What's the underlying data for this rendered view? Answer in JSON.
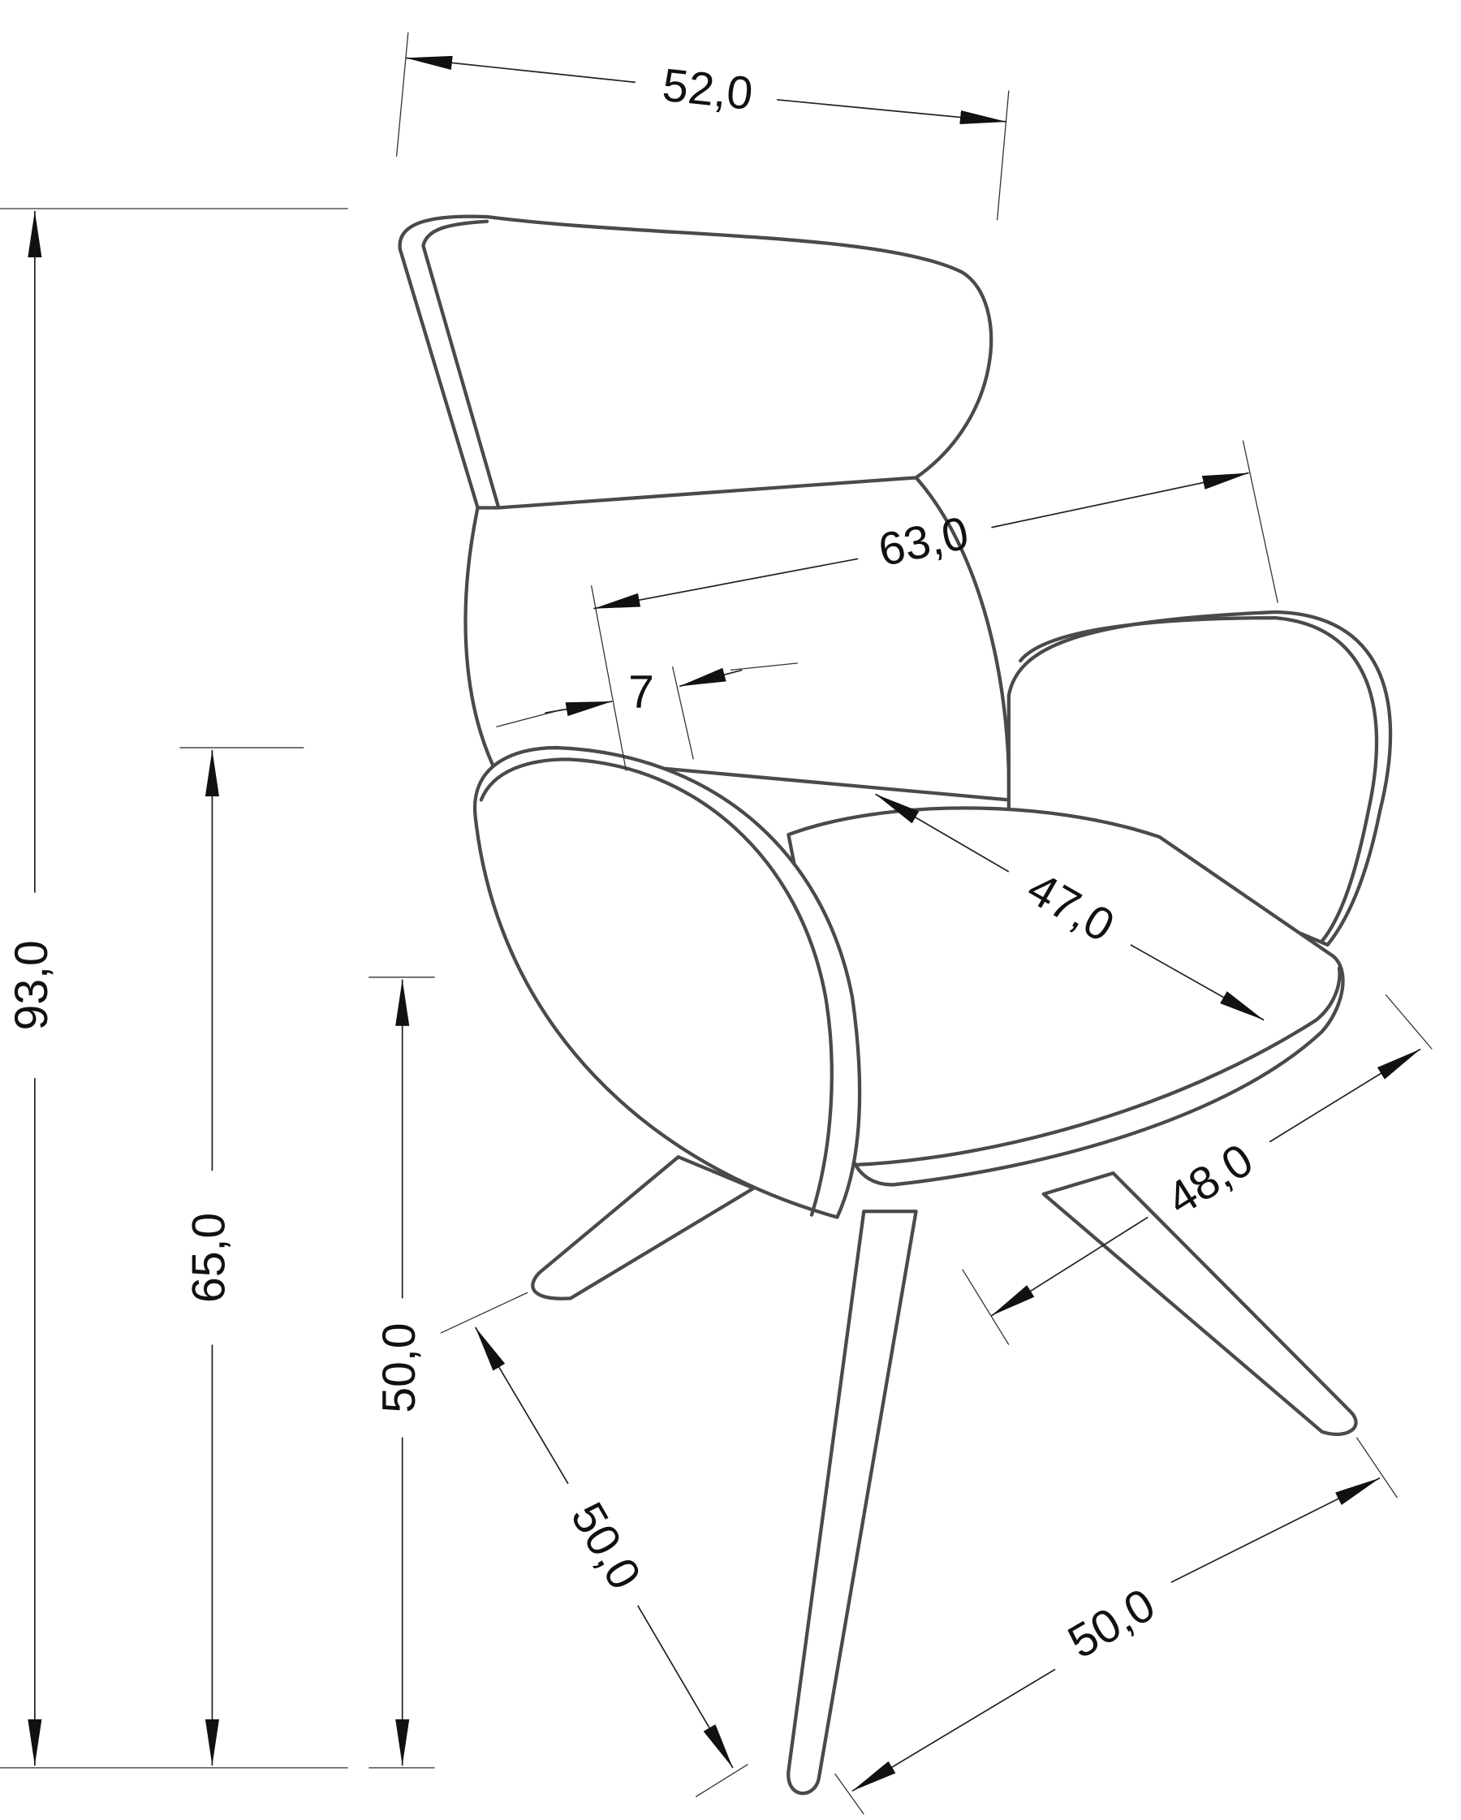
{
  "title": "Armchair dimension drawing",
  "dimensions": {
    "total_height": "93,0",
    "armrest_height": "65,0",
    "seat_height": "50,0",
    "backrest_width": "52,0",
    "overall_width": "63,0",
    "armrest_width": "7",
    "seat_depth": "47,0",
    "seat_width": "48,0",
    "base_depth": "50,0",
    "base_width": "50,0"
  },
  "colors": {
    "line": "#4a4a4a",
    "background": "#ffffff"
  }
}
